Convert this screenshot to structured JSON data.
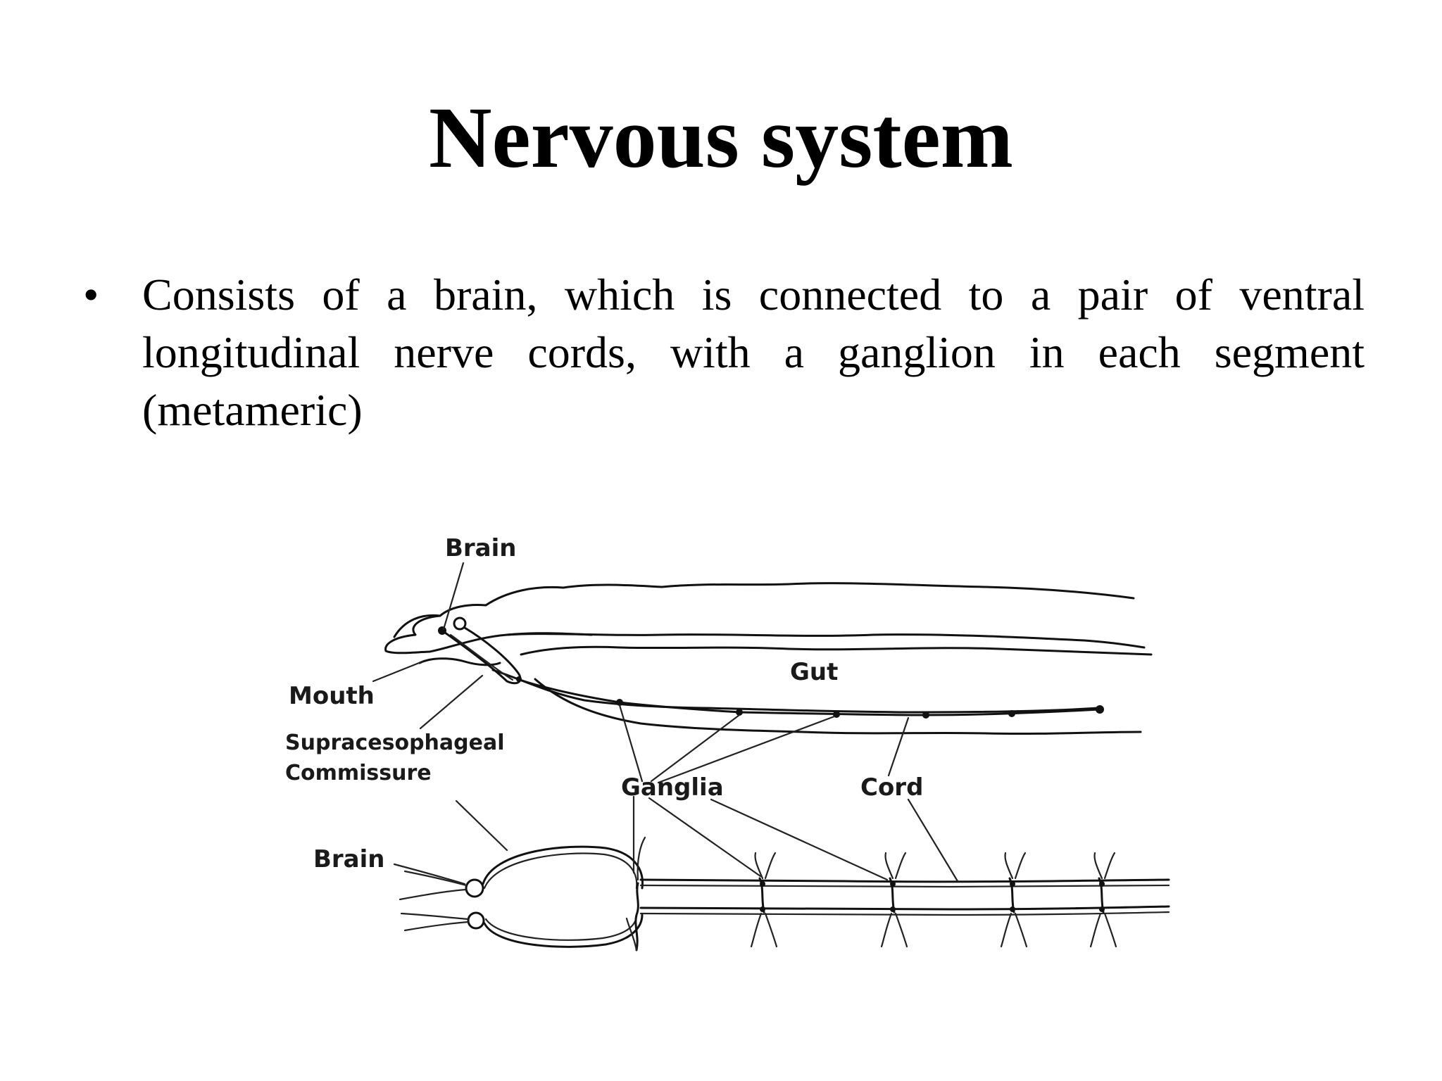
{
  "slide": {
    "title": "Nervous system",
    "bullets": [
      "Consists of a brain, which is connected to a pair of ventral longitudinal nerve cords, with a ganglion in each segment (metameric)"
    ]
  },
  "diagram": {
    "labels": {
      "brain_top": "Brain",
      "gut": "Gut",
      "mouth": "Mouth",
      "commissure_line1": "Supracesophageal",
      "commissure_line2": "Commissure",
      "ganglia": "Ganglia",
      "cord": "Cord",
      "brain_bottom": "Brain"
    }
  }
}
